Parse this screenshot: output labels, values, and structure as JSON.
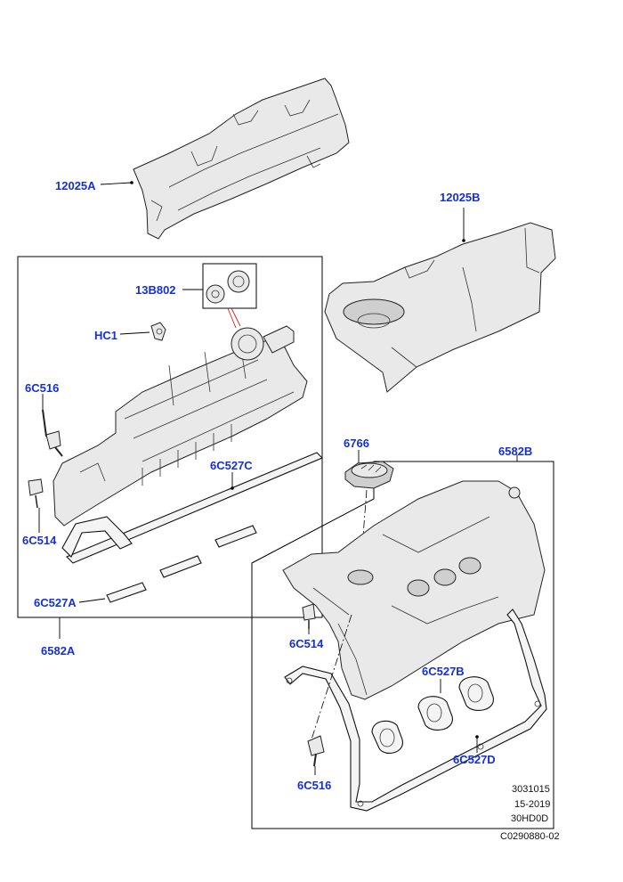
{
  "labels": {
    "p12025A": "12025A",
    "p12025B": "12025B",
    "p13B802": "13B802",
    "pHC1": "HC1",
    "p6C516_left": "6C516",
    "p6C527C": "6C527C",
    "p6C514_left": "6C514",
    "p6C527A": "6C527A",
    "p6582A": "6582A",
    "p6766": "6766",
    "p6582B": "6582B",
    "p6C514_right": "6C514",
    "p6C527B": "6C527B",
    "p6C516_right": "6C516",
    "p6C527D": "6C527D"
  },
  "references": [
    "3031015",
    "15-2019",
    "30HD0D",
    "C0290880-02"
  ],
  "colors": {
    "label": "#1530d6",
    "line": "#000000",
    "part_fill": "#e9e9e9",
    "flare": "#d42020"
  }
}
